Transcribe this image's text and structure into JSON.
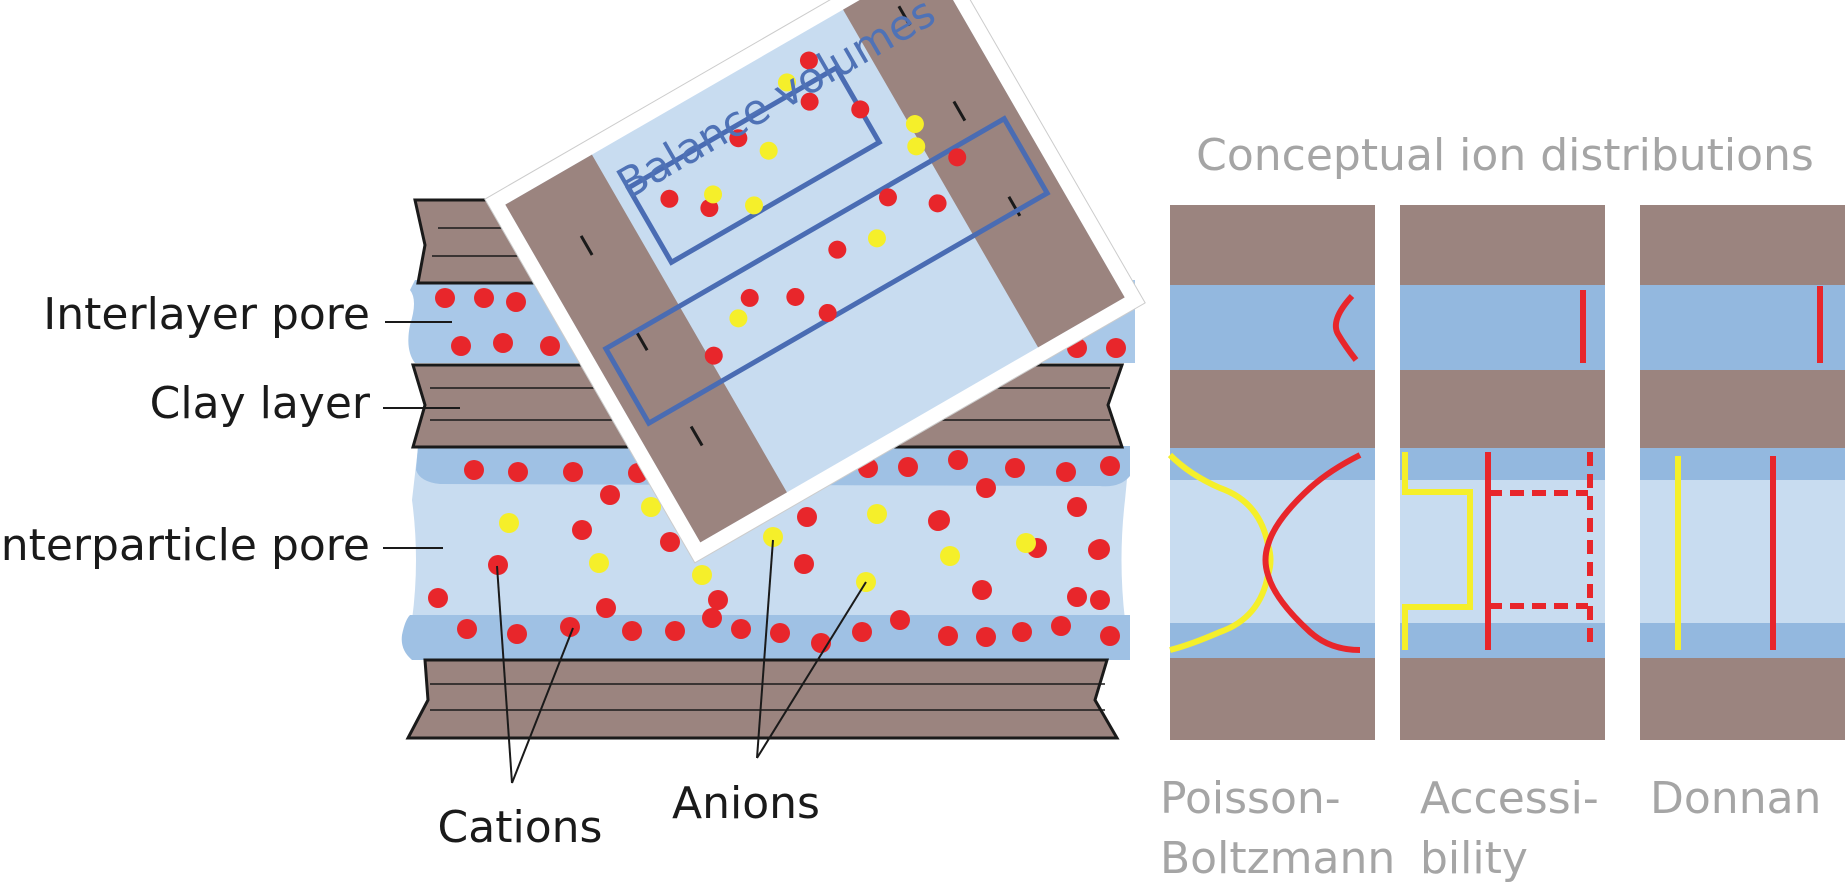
{
  "labels": {
    "interlayer_pore": "Interlayer pore",
    "clay_layer": "Clay layer",
    "interparticle_pore": "Interparticle pore",
    "cations": "Cations",
    "anions": "Anions",
    "balance_volumes": "Balance volumes"
  },
  "panel": {
    "title": "Conceptual ion distributions",
    "models": [
      {
        "line1": "Poisson-",
        "line2": "Boltzmann"
      },
      {
        "line1": "Accessi-",
        "line2": "bility"
      },
      {
        "line1": "Donnan",
        "line2": ""
      }
    ]
  },
  "colors": {
    "clay": "#9b847f",
    "pore_light": "#c8dcf0",
    "pore_mid": "#a9c8e8",
    "pore_band": "#93b8df",
    "cation": "#e8262b",
    "anion": "#f5ef2a",
    "balance_box": "#4a6cb3",
    "panel_text": "#a5a5a5"
  }
}
